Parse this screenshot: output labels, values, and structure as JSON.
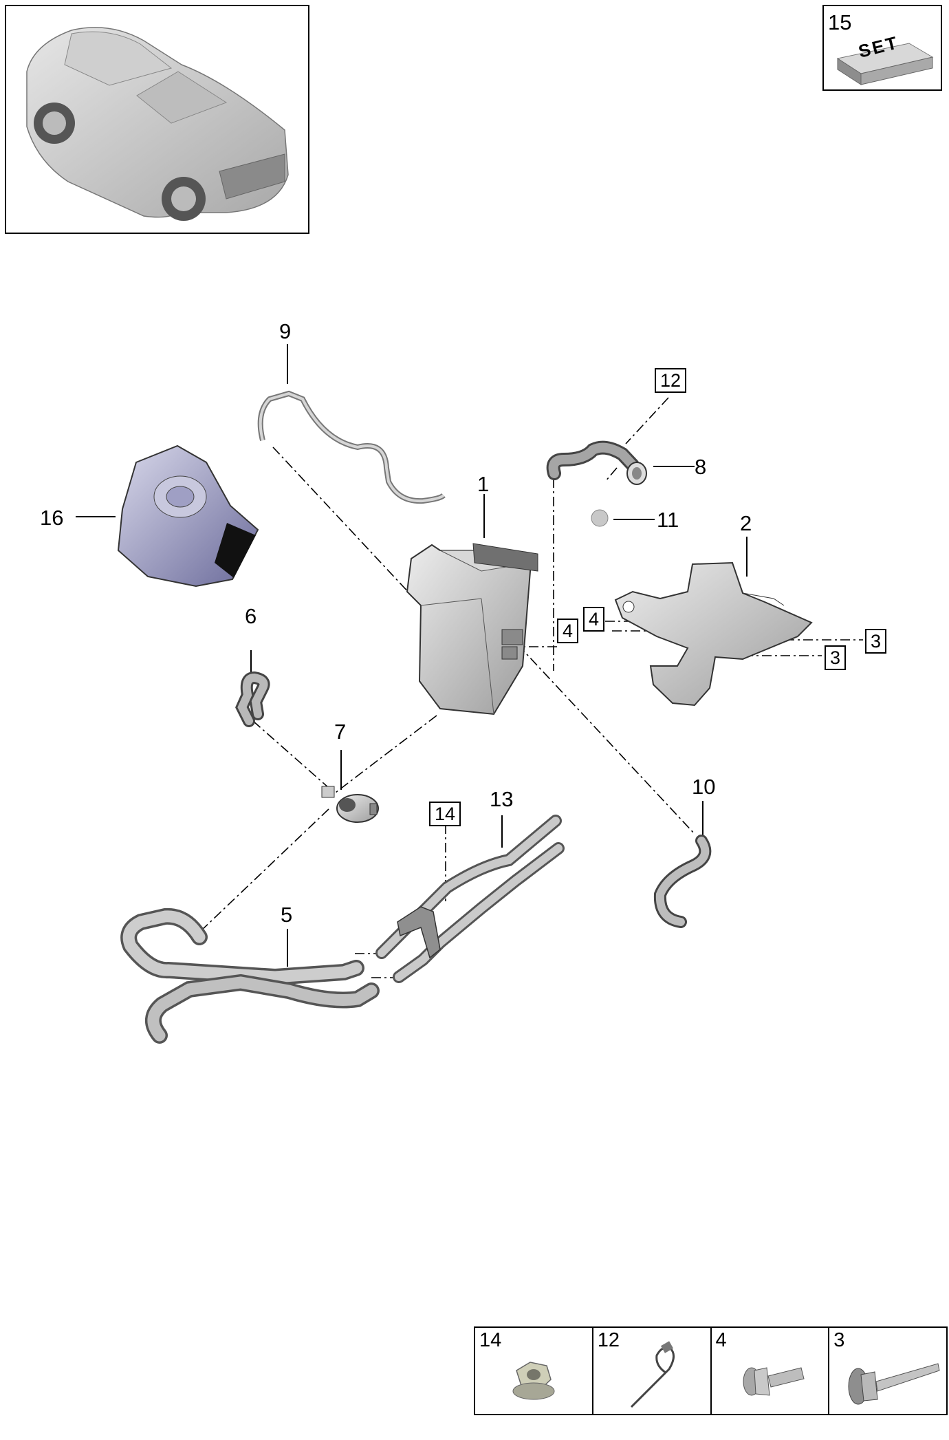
{
  "callouts": [
    {
      "id": "c1",
      "label": "1"
    },
    {
      "id": "c2",
      "label": "2"
    },
    {
      "id": "c5",
      "label": "5"
    },
    {
      "id": "c6",
      "label": "6"
    },
    {
      "id": "c7",
      "label": "7"
    },
    {
      "id": "c8",
      "label": "8"
    },
    {
      "id": "c9",
      "label": "9"
    },
    {
      "id": "c10",
      "label": "10"
    },
    {
      "id": "c11",
      "label": "11"
    },
    {
      "id": "c13",
      "label": "13"
    },
    {
      "id": "c16",
      "label": "16"
    }
  ],
  "boxed_refs": [
    {
      "id": "b12",
      "label": "12"
    },
    {
      "id": "b14",
      "label": "14"
    },
    {
      "id": "b4a",
      "label": "4"
    },
    {
      "id": "b4b",
      "label": "4"
    },
    {
      "id": "b3a",
      "label": "3"
    },
    {
      "id": "b3b",
      "label": "3"
    }
  ],
  "set_box": {
    "number": "15",
    "text": "SET"
  },
  "parts_table": [
    {
      "number": "14",
      "icon": "hex-flange-nut-icon"
    },
    {
      "number": "12",
      "icon": "cable-tie-icon"
    },
    {
      "number": "4",
      "icon": "flange-bolt-icon"
    },
    {
      "number": "3",
      "icon": "long-flange-screw-icon"
    }
  ],
  "colors": {
    "line": "#000000",
    "part_fill": "#c9c9c9",
    "part_shade": "#9a9a9a",
    "shield_fill": "#9090b8"
  }
}
